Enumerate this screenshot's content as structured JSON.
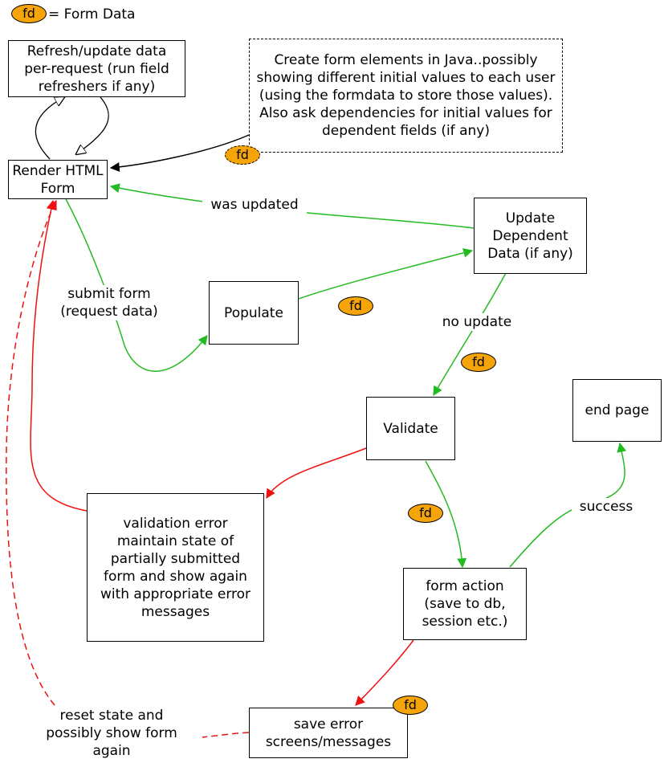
{
  "legend": {
    "badge": "fd",
    "text": "= Form Data"
  },
  "nodes": {
    "refresh": "Refresh/update data per-request (run field refreshers if any)",
    "create": "Create form elements in Java..possibly showing different initial values to each user (using the formdata to store those values). Also ask dependencies for initial values for dependent fields (if any)",
    "render": "Render HTML Form",
    "update_dependent": "Update Dependent Data (if any)",
    "populate": "Populate",
    "validate": "Validate",
    "end_page": "end page",
    "validation_error": "validation error maintain state of partially submitted form and show again with appropriate error messages",
    "form_action": "form action (save to db, session etc.)",
    "save_error": "save error screens/messages"
  },
  "labels": {
    "was_updated": "was updated",
    "submit_form": "submit form (request data)",
    "no_update": "no update",
    "success": "success",
    "reset_state": "reset state and possibly show form again"
  },
  "badge_label": "fd",
  "colors": {
    "badge_fill": "#f5a40a",
    "flow_ok": "#22bb22",
    "flow_error": "#ee1111",
    "flow_default": "#000000"
  }
}
